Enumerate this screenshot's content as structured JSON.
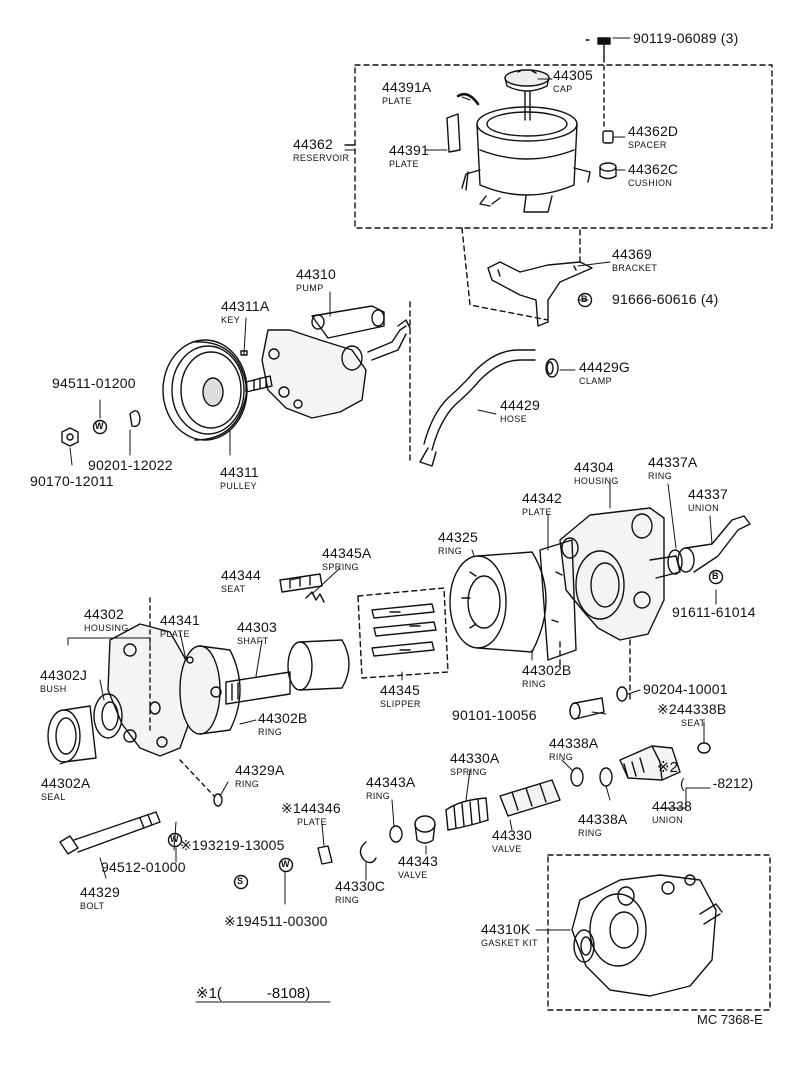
{
  "parts": [
    {
      "id": "p1",
      "number": "90119-06089 (3)",
      "name": ""
    },
    {
      "id": "p2",
      "number": "44305",
      "name": "CAP"
    },
    {
      "id": "p3",
      "number": "44391A",
      "name": "PLATE"
    },
    {
      "id": "p4",
      "number": "44362D",
      "name": "SPACER"
    },
    {
      "id": "p5",
      "number": "44362",
      "name": "RESERVOIR"
    },
    {
      "id": "p6",
      "number": "44391",
      "name": "PLATE"
    },
    {
      "id": "p7",
      "number": "44362C",
      "name": "CUSHION"
    },
    {
      "id": "p8",
      "number": "44369",
      "name": "BRACKET"
    },
    {
      "id": "p9",
      "number": "91666-60616 (4)",
      "name": ""
    },
    {
      "id": "p10",
      "number": "44310",
      "name": "PUMP"
    },
    {
      "id": "p11",
      "number": "44311A",
      "name": "KEY"
    },
    {
      "id": "p12",
      "number": "44429G",
      "name": "CLAMP"
    },
    {
      "id": "p13",
      "number": "94511-01200",
      "name": ""
    },
    {
      "id": "p14",
      "number": "44429",
      "name": "HOSE"
    },
    {
      "id": "p15",
      "number": "90201-12022",
      "name": ""
    },
    {
      "id": "p16",
      "number": "90170-12011",
      "name": ""
    },
    {
      "id": "p17",
      "number": "44311",
      "name": "PULLEY"
    },
    {
      "id": "p18",
      "number": "44304",
      "name": "HOUSING"
    },
    {
      "id": "p19",
      "number": "44337A",
      "name": "RING"
    },
    {
      "id": "p20",
      "number": "44342",
      "name": "PLATE"
    },
    {
      "id": "p21",
      "number": "44337",
      "name": "UNION"
    },
    {
      "id": "p22",
      "number": "44325",
      "name": "RING"
    },
    {
      "id": "p23",
      "number": "44345A",
      "name": "SPRING"
    },
    {
      "id": "p24",
      "number": "44344",
      "name": "SEAT"
    },
    {
      "id": "p25",
      "number": "91611-61014",
      "name": ""
    },
    {
      "id": "p26",
      "number": "44302",
      "name": "HOUSING"
    },
    {
      "id": "p27",
      "number": "44341",
      "name": "PLATE"
    },
    {
      "id": "p28",
      "number": "44303",
      "name": "SHAFT"
    },
    {
      "id": "p29",
      "number": "44302J",
      "name": "BUSH"
    },
    {
      "id": "p30",
      "number": "44302B",
      "name": "RING"
    },
    {
      "id": "p31",
      "number": "44345",
      "name": "SLIPPER"
    },
    {
      "id": "p32",
      "number": "90204-10001",
      "name": ""
    },
    {
      "id": "p33",
      "number": "44302B",
      "name": "RING"
    },
    {
      "id": "p34",
      "number": "90101-10056",
      "name": ""
    },
    {
      "id": "p35",
      "number": "※244338B",
      "name": "SEAT"
    },
    {
      "id": "p36",
      "number": "44302A",
      "name": "SEAL"
    },
    {
      "id": "p37",
      "number": "44329A",
      "name": "RING"
    },
    {
      "id": "p38",
      "number": "44330A",
      "name": "SPRING"
    },
    {
      "id": "p39",
      "number": "44338A",
      "name": "RING"
    },
    {
      "id": "p40",
      "number": "44343A",
      "name": "RING"
    },
    {
      "id": "p41",
      "number": "※144346",
      "name": "PLATE"
    },
    {
      "id": "p42",
      "number": "44338A",
      "name": "RING"
    },
    {
      "id": "p43",
      "number": "44338",
      "name": "UNION"
    },
    {
      "id": "p44",
      "number": "※193219-13005",
      "name": ""
    },
    {
      "id": "p45",
      "number": "44330",
      "name": "VALVE"
    },
    {
      "id": "p46",
      "number": "44343",
      "name": "VALVE"
    },
    {
      "id": "p47",
      "number": "94512-01000",
      "name": ""
    },
    {
      "id": "p48",
      "number": "44329",
      "name": "BOLT"
    },
    {
      "id": "p49",
      "number": "44330C",
      "name": "RING"
    },
    {
      "id": "p50",
      "number": "44310K",
      "name": "GASKET KIT"
    },
    {
      "id": "p51",
      "number": "※194511-00300",
      "name": ""
    }
  ],
  "markers": [
    {
      "id": "m1",
      "letter": "B"
    },
    {
      "id": "m2",
      "letter": "W"
    },
    {
      "id": "m3",
      "letter": "B"
    },
    {
      "id": "m4",
      "letter": "W"
    },
    {
      "id": "m5",
      "letter": "S"
    },
    {
      "id": "m6",
      "letter": "W"
    }
  ],
  "notes": {
    "note2": "※2",
    "range2": "(  -8212)",
    "note1": "※1(   -8108)",
    "catalog": "MC 7368-E"
  }
}
